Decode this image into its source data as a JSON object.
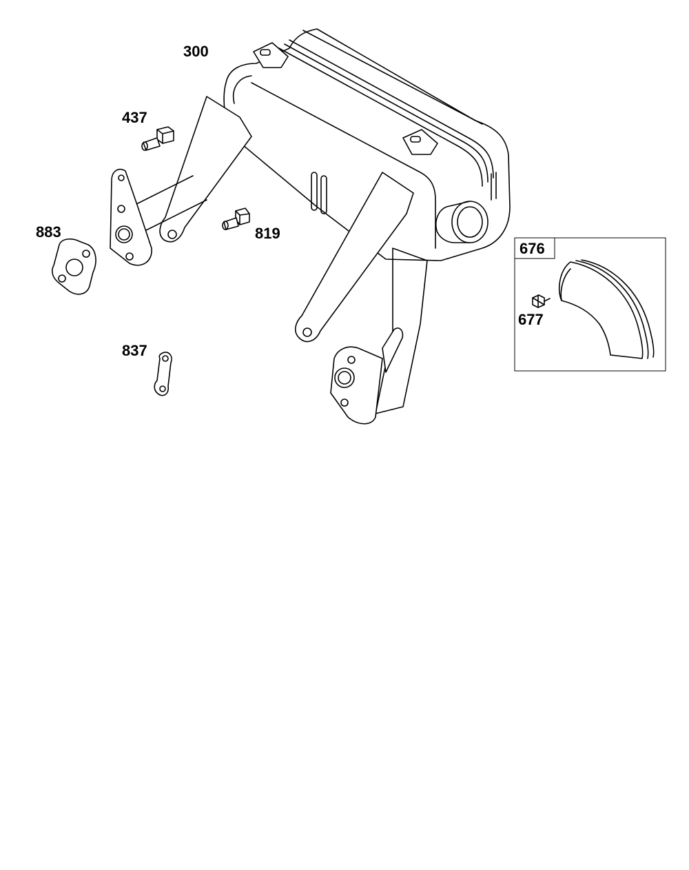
{
  "diagram": {
    "parts": [
      {
        "number": "300",
        "part": "muffler"
      },
      {
        "number": "437",
        "part": "screw"
      },
      {
        "number": "883",
        "part": "gasket"
      },
      {
        "number": "819",
        "part": "screw"
      },
      {
        "number": "837",
        "part": "lock-plate"
      },
      {
        "number": "676",
        "part": "deflector-kit"
      },
      {
        "number": "677",
        "part": "screw"
      }
    ]
  }
}
